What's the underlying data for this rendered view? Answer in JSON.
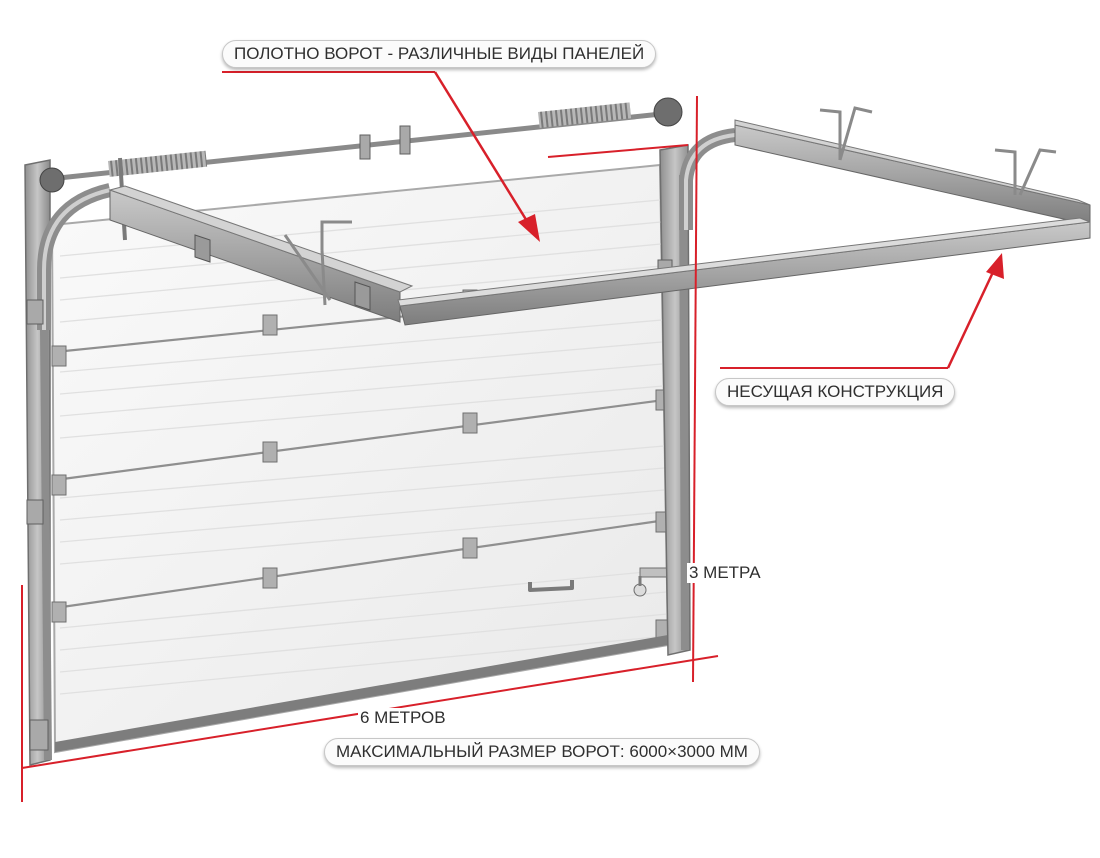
{
  "labels": {
    "panels": "ПОЛОТНО ВОРОТ - РАЗЛИЧНЫЕ ВИДЫ ПАНЕЛЕЙ",
    "structure": "НЕСУЩАЯ КОНСТРУКЦИЯ",
    "height": "3 МЕТРА",
    "width": "6 МЕТРОВ",
    "max_size": "МАКСИМАЛЬНЫЙ РАЗМЕР ВОРОТ: 6000×3000 ММ"
  },
  "colors": {
    "accent": "#d8202a",
    "frame": "#9b9b9b",
    "panel": "#f1f1f1",
    "text": "#2f2f2f"
  }
}
